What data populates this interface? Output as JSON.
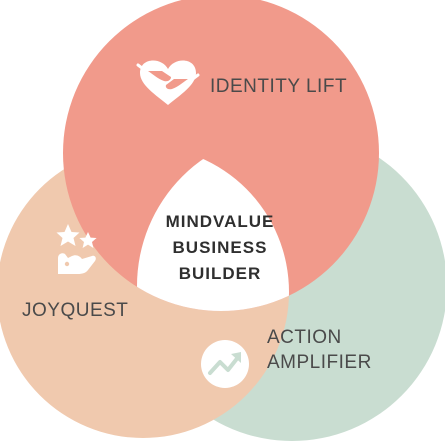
{
  "diagram": {
    "center": {
      "lines": [
        "MINDVALUE",
        "BUSINESS",
        "BUILDER"
      ]
    },
    "circles": [
      {
        "label": "IDENTITY LIFT",
        "color": "#f19a8b",
        "icon": "heart-hands-icon"
      },
      {
        "label": "JOYQUEST",
        "color": "#f0c9ae",
        "icon": "stars-hand-icon"
      },
      {
        "label_lines": [
          "ACTION",
          "AMPLIFIER"
        ],
        "color": "#c9ddd1",
        "icon": "trend-up-icon"
      }
    ],
    "center_color": "#ffffff"
  }
}
